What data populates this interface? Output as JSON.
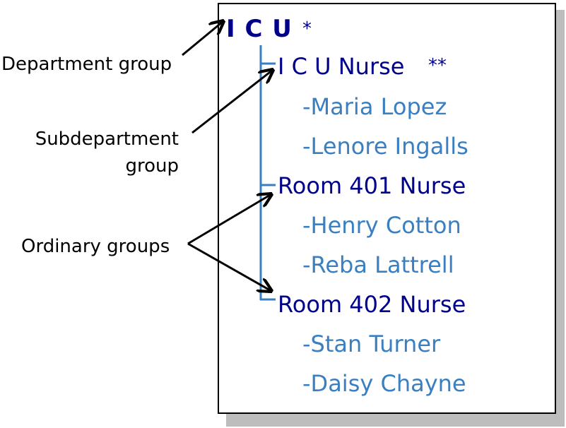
{
  "tree": {
    "department": {
      "name": "I C U",
      "marker": "*"
    },
    "subdepartment": {
      "name": "I C U Nurse",
      "marker": "**",
      "members": [
        "-Maria Lopez",
        "-Lenore Ingalls"
      ]
    },
    "groups": [
      {
        "name": "Room 401 Nurse",
        "members": [
          "-Henry Cotton",
          "-Reba Lattrell"
        ]
      },
      {
        "name": "Room 402 Nurse",
        "members": [
          "-Stan Turner",
          "-Daisy Chayne"
        ]
      }
    ]
  },
  "labels": {
    "department_group": "Department group",
    "subdepartment_line1": "Subdepartment",
    "subdepartment_line2": "group",
    "ordinary_groups": "Ordinary groups"
  },
  "colors": {
    "group_text": "#00008b",
    "member_text": "#3a7fc1",
    "tree_line": "#3a7fc1",
    "arrow": "#000000"
  }
}
